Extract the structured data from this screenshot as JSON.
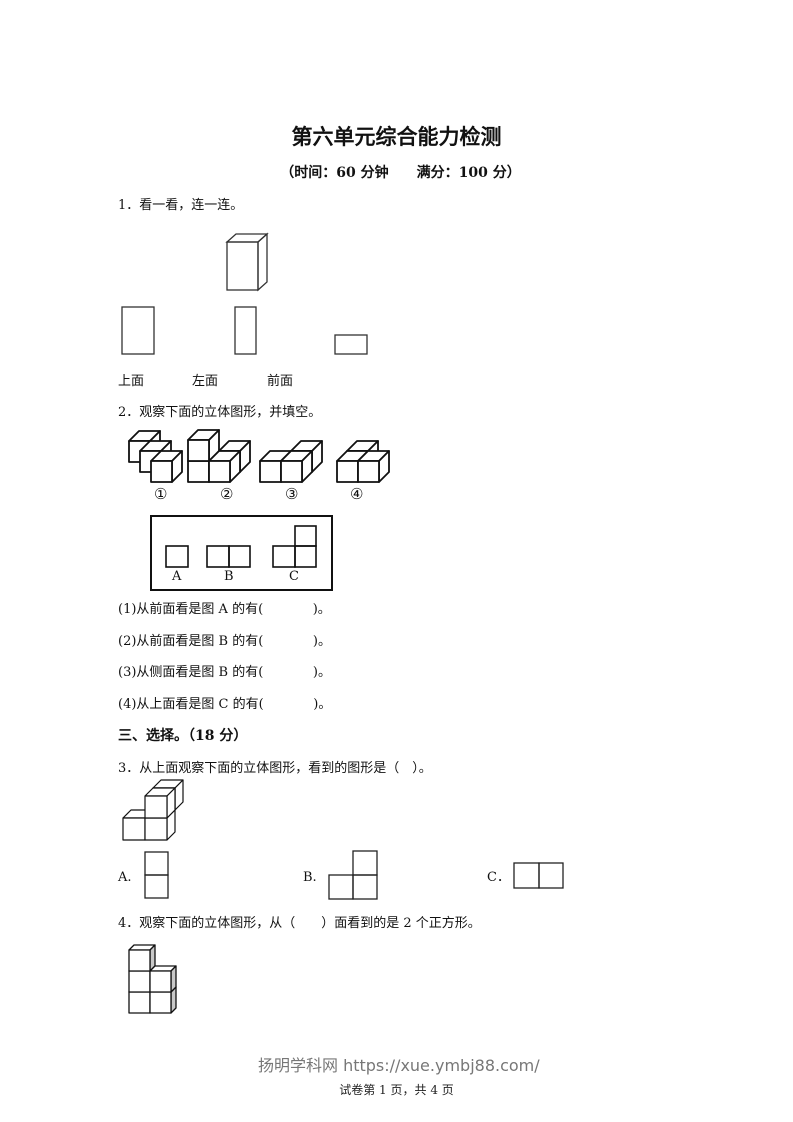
{
  "title": "第六单元综合能力检测",
  "subtitle": "（时间：60 分钟　　满分：100 分）",
  "q1": {
    "text": "1．看一看，连一连。",
    "labels": [
      "上面",
      "左面",
      "前面"
    ]
  },
  "q2": {
    "text": "2．观察下面的立体图形，并填空。",
    "figure_numbers": [
      "①",
      "②",
      "③",
      "④"
    ],
    "view_labels": [
      "A",
      "B",
      "C"
    ],
    "blanks": [
      "(1)从前面看是图 A 的有(            )。",
      "(2)从前面看是图 B 的有(            )。",
      "(3)从侧面看是图 B 的有(            )。",
      "(4)从上面看是图 C 的有(            )。"
    ]
  },
  "section3": "三、选择。（18 分）",
  "q3": {
    "text": "3．从上面观察下面的立体图形，看到的图形是（　）。",
    "options": [
      "A.",
      "B.",
      "C．"
    ]
  },
  "q4": {
    "text": "4．观察下面的立体图形，从（　　）面看到的是 2 个正方形。"
  },
  "watermark": "扬明学科网 https://xue.ymbj88.com/",
  "footer": "试卷第 1 页，共 4 页"
}
